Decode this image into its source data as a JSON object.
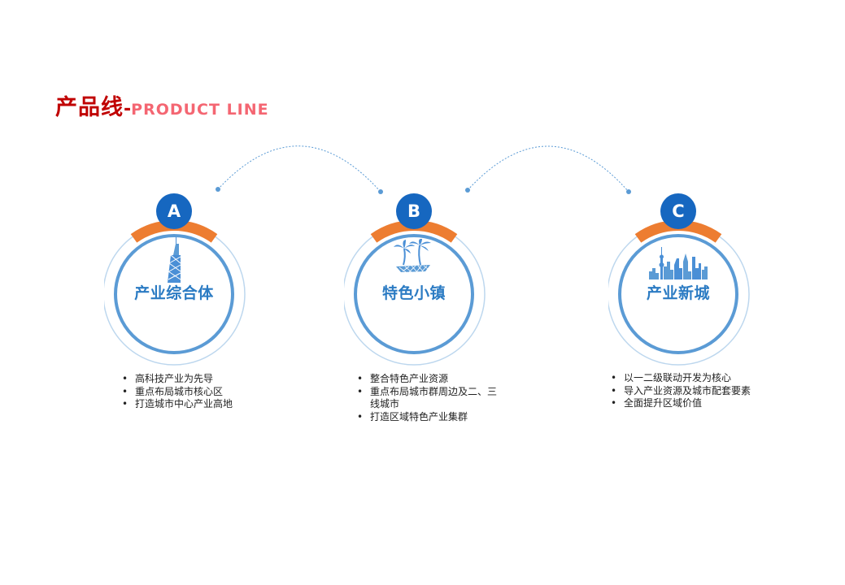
{
  "header": {
    "title_cn": "产品线",
    "title_separator": "-",
    "title_en": "PRODUCT LINE"
  },
  "colors": {
    "title_red": "#c00000",
    "title_pink": "#f46672",
    "badge_blue": "#1667c0",
    "ring_blue": "#5b9bd5",
    "ring_light": "#bdd7ee",
    "accent_orange": "#ed7d31",
    "label_blue": "#2b7bc3"
  },
  "cards": [
    {
      "badge": "A",
      "label": "产业综合体",
      "icon": "skyscraper-icon",
      "bullets": [
        "高科技产业为先导",
        "重点布局城市核心区",
        "打造城市中心产业高地"
      ]
    },
    {
      "badge": "B",
      "label": "特色小镇",
      "icon": "palm-trees-icon",
      "bullets": [
        "整合特色产业资源",
        "重点布局城市群周边及二、三线城市",
        "打造区域特色产业集群"
      ]
    },
    {
      "badge": "C",
      "label": "产业新城",
      "icon": "city-skyline-icon",
      "bullets": [
        "以一二级联动开发为核心",
        "导入产业资源及城市配套要素",
        "全面提升区域价值"
      ]
    }
  ]
}
